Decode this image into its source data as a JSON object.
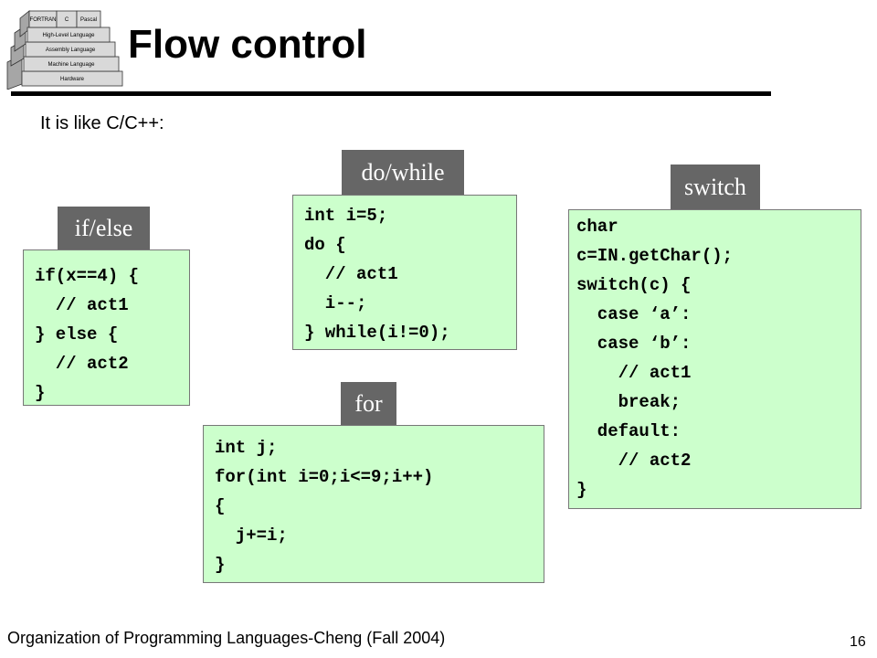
{
  "logo": {
    "labels": [
      "FORTRAN",
      "C",
      "Pascal",
      "High-Level Language",
      "Assembly Language",
      "Machine Language",
      "Hardware"
    ]
  },
  "slide": {
    "title": "Flow control",
    "subtitle": "It is like C/C++:"
  },
  "panels": {
    "ifelse": {
      "label": "if/else",
      "code": "if(x==4) {\n  // act1\n} else {\n  // act2\n}"
    },
    "dowhile": {
      "label": "do/while",
      "code": "int i=5;\ndo {\n  // act1\n  i--;\n} while(i!=0);"
    },
    "for": {
      "label": "for",
      "code": "int j;\nfor(int i=0;i<=9;i++)\n{\n  j+=i;\n}"
    },
    "switch": {
      "label": "switch",
      "code": "char\nc=IN.getChar();\nswitch(c) {\n  case ‘a’:\n  case ‘b’:\n    // act1\n    break;\n  default:\n    // act2\n}"
    }
  },
  "footer": {
    "text": "Organization of Programming Languages-Cheng (Fall 2004)",
    "page": "16"
  },
  "colors": {
    "code_bg": "#ccffcc",
    "tab_bg": "#666666",
    "rule": "#000000"
  }
}
